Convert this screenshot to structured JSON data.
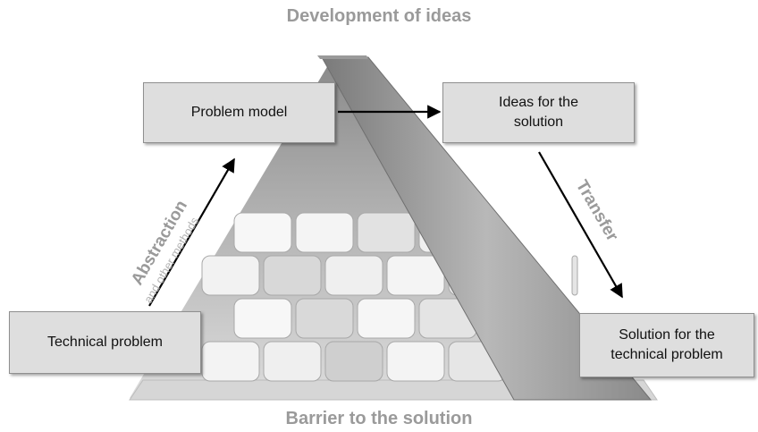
{
  "title_top": "Development of ideas",
  "title_bottom": "Barrier to the solution",
  "boxes": {
    "technical_problem": "Technical problem",
    "problem_model": "Problem model",
    "ideas": "Ideas for the\nsolution",
    "solution": "Solution for the\ntechnical problem"
  },
  "arrows": {
    "abstraction": "Abstraction",
    "other_methods": "and other methods",
    "transfer": "Transfer"
  }
}
